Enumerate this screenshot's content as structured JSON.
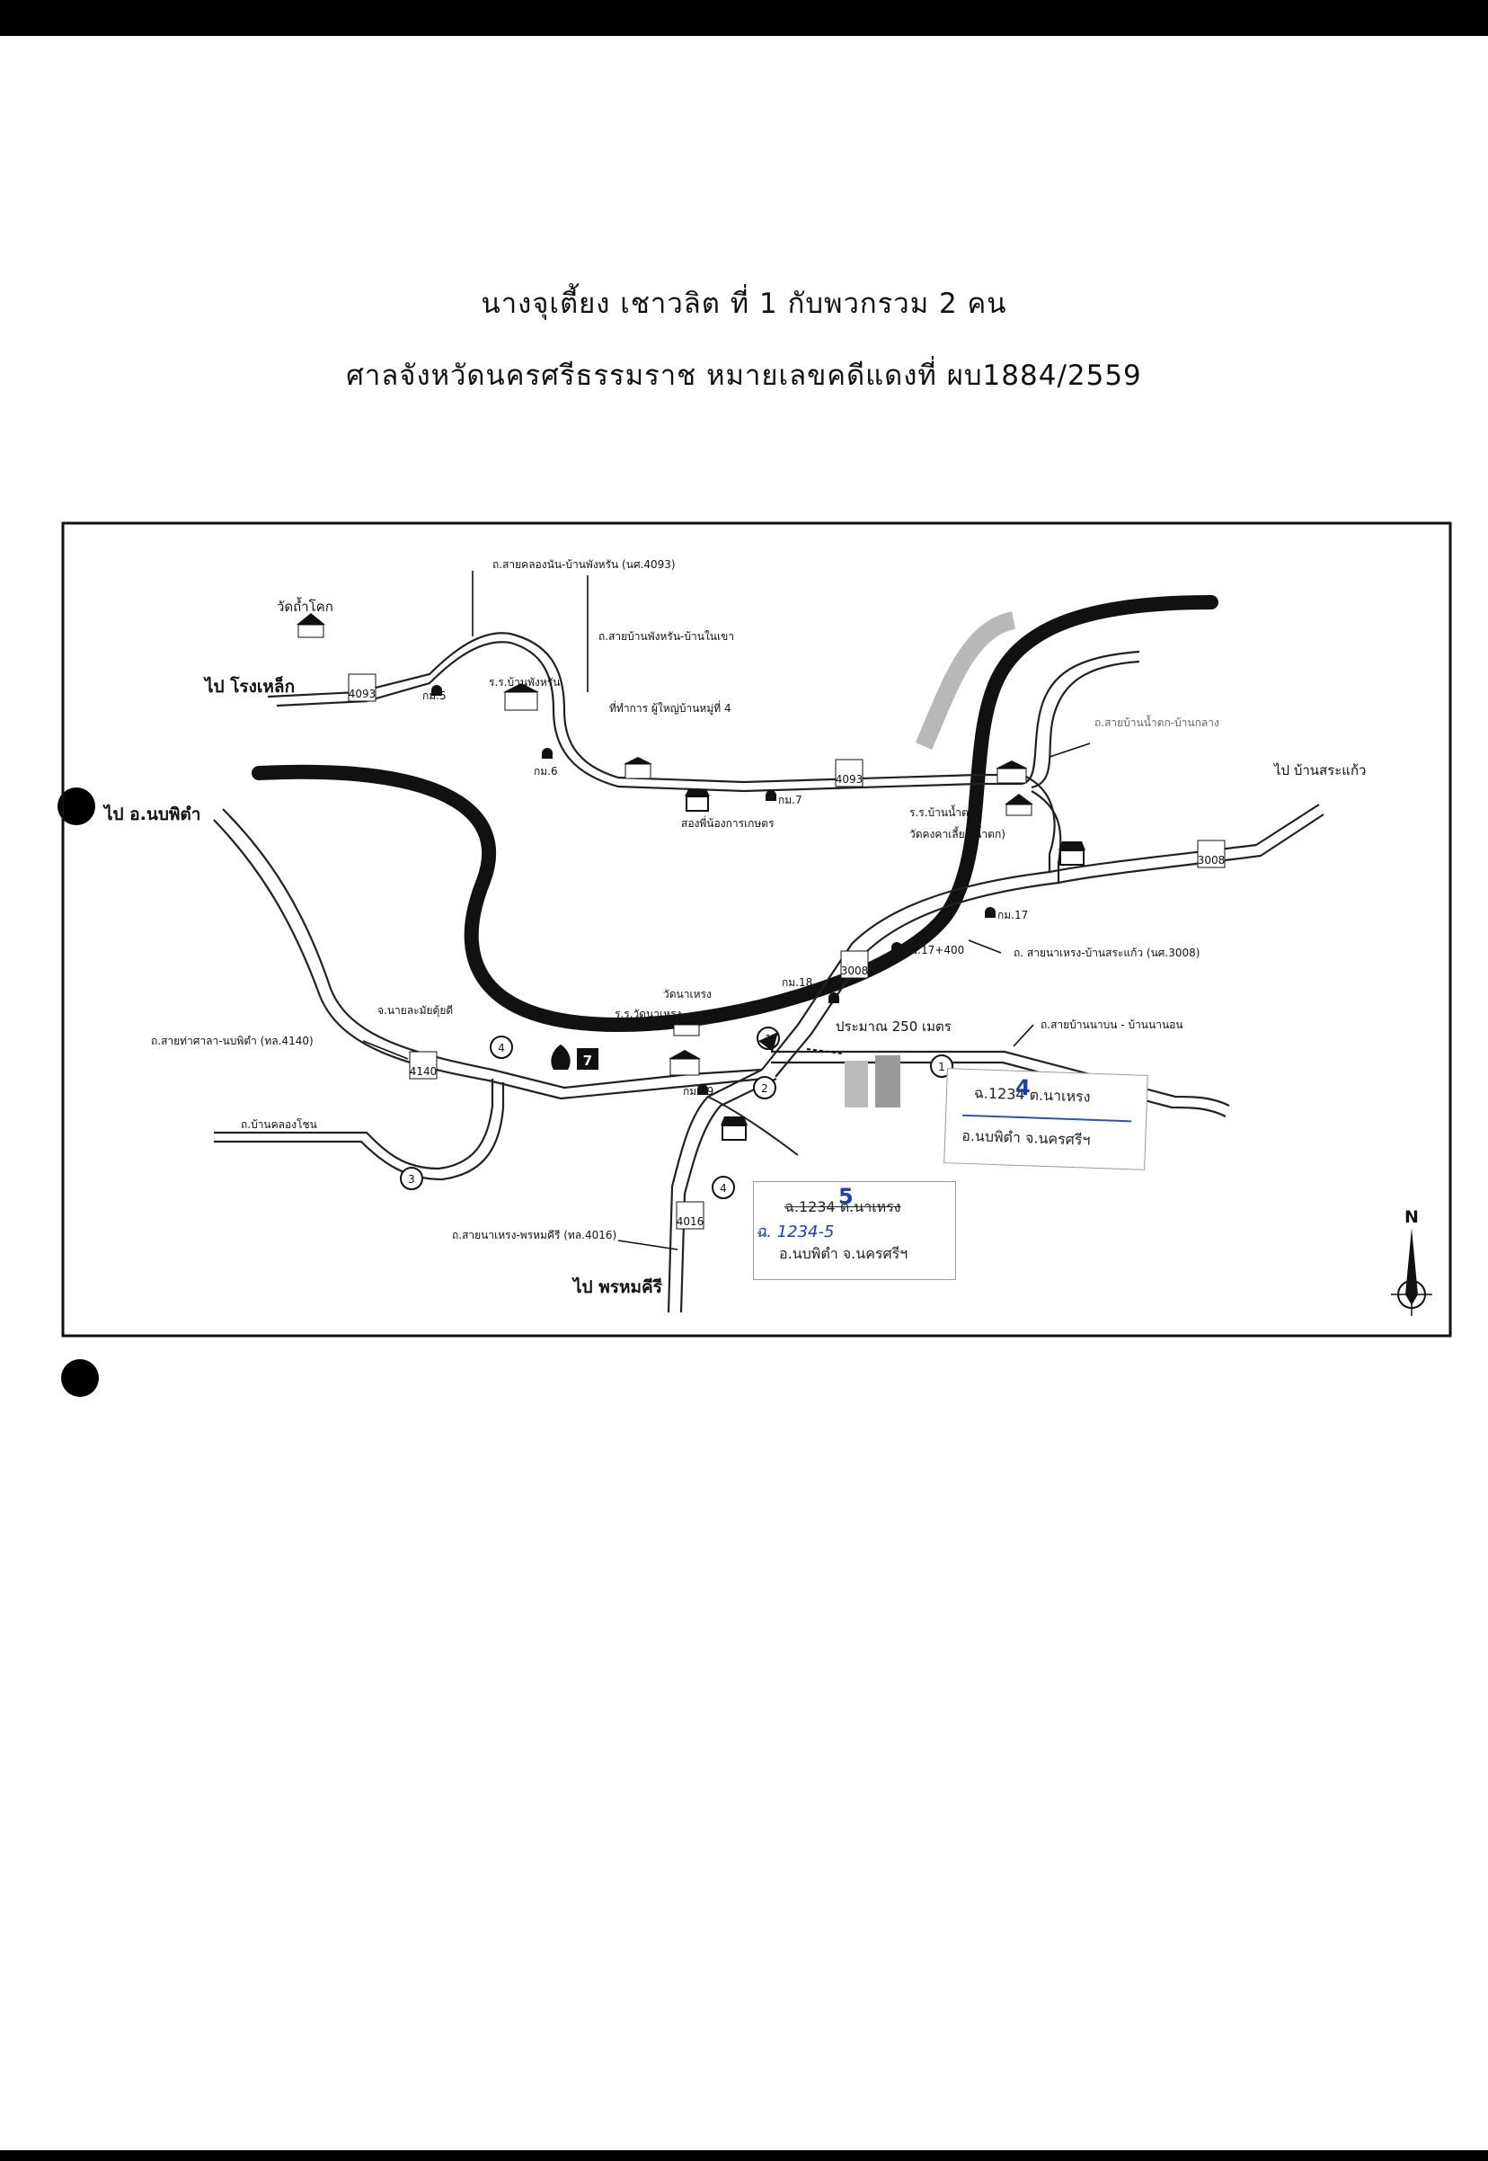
{
  "header": {
    "line1": "นางจุเตี้ยง เชาวลิต ที่ 1 กับพวกรวม 2 คน",
    "line2": "ศาลจังหวัดนครศรีธรรมราช หมายเลขคดีแดงที่  ผบ1884/2559"
  },
  "map": {
    "labels": {
      "wat_tham_khok": "วัดถ้ำโคก",
      "to_rong_lek": "ไป โรงเหล็ก",
      "to_nop_phitam": "ไป อ.นบพิตำ",
      "to_ban_sa_kaeo": "ไป บ้านสระแก้ว",
      "to_phrom_khiri": "ไป พรหมคีรี",
      "road_4093_label": "ถ.สายคลองนัน-บ้านพังหรัน (นศ.4093)",
      "road_phanghran_label": "ถ.สายบ้านพังหรัน-บ้านในเขา",
      "road_namtok_label": "ถ.สายบ้านน้ำตก-บ้านกลาง",
      "road_3008_label": "ถ. สายนาเหรง-บ้านสระแก้ว (นศ.3008)",
      "road_4140_label": "ถ.สายท่าศาลา-นบพิตำ (ทล.4140)",
      "road_4016_label": "ถ.สายนาเหรง-พรหมคีรี (ทล.4016)",
      "road_ban_na_bon_label": "ถ.สายบ้านนาบน - บ้านนานอน",
      "road_khlong_chon": "ถ.บ้านคลองโชน",
      "school_phanghran": "ร.ร.บ้านพังหรัน",
      "headman_office": "ที่ทำการ ผู้ใหญ่บ้านหมู่ที่ 4",
      "coop_store": "สองพี่น้องการเกษตร",
      "school_namtok": "ร.ร.บ้านน้ำตก",
      "wat_khongkha": "วัดคงคาเลี้ยง(น้ำตก)",
      "wat_na_reng": "วัดนาเหรง",
      "school_wat_na_reng": "ร.ร.วัดนาเหรง",
      "nai_lamai": "จ.นายละมัยตุ้ยดี",
      "distance": "ประมาณ 250 เมตร",
      "north": "N"
    },
    "km_markers": {
      "km5": "กม.5",
      "km6": "กม.6",
      "km7": "กม.7",
      "km17": "กม.17",
      "km17_400": "กม.17+400",
      "km18": "กม.18",
      "km19": "กม.19"
    },
    "route_shields": {
      "r4093a": "4093",
      "r4093b": "4093",
      "r3008a": "3008",
      "r3008b": "3008",
      "r4140": "4140",
      "r4016": "4016"
    },
    "circle_numbers": {
      "c1a": "1",
      "c1b": "1",
      "c2": "2",
      "c3": "3",
      "c4a": "4",
      "c4b": "4",
      "seven": "7"
    }
  },
  "stamps": {
    "stamp1": {
      "line1": "ฉ.1234 ต.นาเหรง",
      "overwrite": "4",
      "line2": "อ.นบพิตำ จ.นครศรีฯ"
    },
    "stamp2": {
      "line1": "ฉ.1234 ต.นาเหรง",
      "handwritten": "ฉ. 1234-5",
      "overwrite": "5",
      "line2": "อ.นบพิตำ จ.นครศรีฯ"
    }
  }
}
